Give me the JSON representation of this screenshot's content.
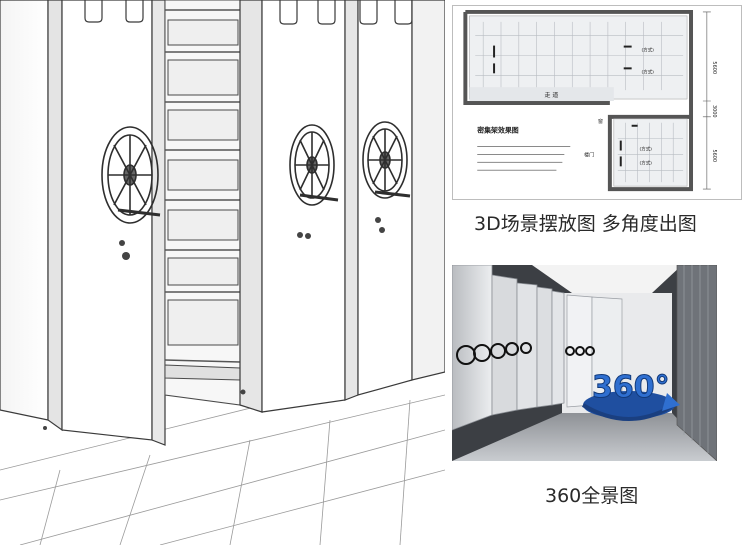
{
  "captions": {
    "floorplan": "3D场景摆放图 多角度出图",
    "panorama": "360全景图"
  },
  "floorplan": {
    "corridor_label": "走 道",
    "legend_title": "密集架效果图",
    "room_labels": [
      "(方式)",
      "(方式)",
      "(方式)",
      "(方式)"
    ],
    "gate_label": "楼门",
    "window_label": "窗"
  },
  "panorama": {
    "badge_text": "360°"
  },
  "colors": {
    "badge_blue": "#2f6fd0",
    "cabinet_gray": "#d7d9dc",
    "line_dark": "#3a3a3a"
  }
}
